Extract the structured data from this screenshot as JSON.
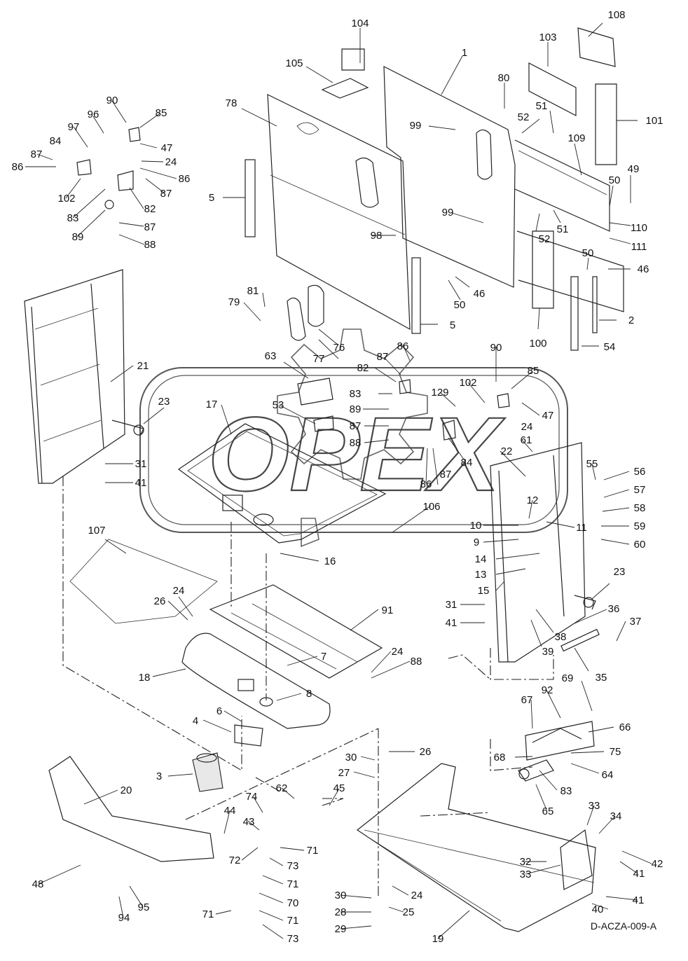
{
  "drawing_code": "D-ACZA-009-A",
  "watermark": "OPEX",
  "parts": [
    {
      "label": "104"
    },
    {
      "label": "108"
    },
    {
      "label": "103"
    },
    {
      "label": "1"
    },
    {
      "label": "105"
    },
    {
      "label": "78"
    },
    {
      "label": "80"
    },
    {
      "label": "51"
    },
    {
      "label": "52"
    },
    {
      "label": "101"
    },
    {
      "label": "99"
    },
    {
      "label": "109"
    },
    {
      "label": "49"
    },
    {
      "label": "50"
    },
    {
      "label": "110"
    },
    {
      "label": "111"
    },
    {
      "label": "5"
    },
    {
      "label": "99"
    },
    {
      "label": "51"
    },
    {
      "label": "52"
    },
    {
      "label": "98"
    },
    {
      "label": "50"
    },
    {
      "label": "46"
    },
    {
      "label": "46"
    },
    {
      "label": "50"
    },
    {
      "label": "2"
    },
    {
      "label": "100"
    },
    {
      "label": "54"
    },
    {
      "label": "5"
    },
    {
      "label": "81"
    },
    {
      "label": "79"
    },
    {
      "label": "76"
    },
    {
      "label": "77"
    },
    {
      "label": "90"
    },
    {
      "label": "85"
    },
    {
      "label": "96"
    },
    {
      "label": "97"
    },
    {
      "label": "84"
    },
    {
      "label": "47"
    },
    {
      "label": "87"
    },
    {
      "label": "86"
    },
    {
      "label": "24"
    },
    {
      "label": "86"
    },
    {
      "label": "102"
    },
    {
      "label": "87"
    },
    {
      "label": "83"
    },
    {
      "label": "82"
    },
    {
      "label": "87"
    },
    {
      "label": "89"
    },
    {
      "label": "88"
    },
    {
      "label": "21"
    },
    {
      "label": "23"
    },
    {
      "label": "31"
    },
    {
      "label": "41"
    },
    {
      "label": "63"
    },
    {
      "label": "87"
    },
    {
      "label": "86"
    },
    {
      "label": "82"
    },
    {
      "label": "90"
    },
    {
      "label": "85"
    },
    {
      "label": "102"
    },
    {
      "label": "83"
    },
    {
      "label": "129"
    },
    {
      "label": "89"
    },
    {
      "label": "47"
    },
    {
      "label": "17"
    },
    {
      "label": "53"
    },
    {
      "label": "87"
    },
    {
      "label": "88"
    },
    {
      "label": "24"
    },
    {
      "label": "61"
    },
    {
      "label": "84"
    },
    {
      "label": "86"
    },
    {
      "label": "87"
    },
    {
      "label": "22"
    },
    {
      "label": "55"
    },
    {
      "label": "56"
    },
    {
      "label": "57"
    },
    {
      "label": "58"
    },
    {
      "label": "59"
    },
    {
      "label": "60"
    },
    {
      "label": "12"
    },
    {
      "label": "106"
    },
    {
      "label": "10"
    },
    {
      "label": "11"
    },
    {
      "label": "9"
    },
    {
      "label": "107"
    },
    {
      "label": "16"
    },
    {
      "label": "14"
    },
    {
      "label": "13"
    },
    {
      "label": "15"
    },
    {
      "label": "23"
    },
    {
      "label": "24"
    },
    {
      "label": "26"
    },
    {
      "label": "31"
    },
    {
      "label": "36"
    },
    {
      "label": "91"
    },
    {
      "label": "41"
    },
    {
      "label": "37"
    },
    {
      "label": "38"
    },
    {
      "label": "39"
    },
    {
      "label": "7"
    },
    {
      "label": "24"
    },
    {
      "label": "88"
    },
    {
      "label": "35"
    },
    {
      "label": "18"
    },
    {
      "label": "8"
    },
    {
      "label": "69"
    },
    {
      "label": "92"
    },
    {
      "label": "67"
    },
    {
      "label": "66"
    },
    {
      "label": "4"
    },
    {
      "label": "6"
    },
    {
      "label": "26"
    },
    {
      "label": "30"
    },
    {
      "label": "68"
    },
    {
      "label": "75"
    },
    {
      "label": "3"
    },
    {
      "label": "27"
    },
    {
      "label": "64"
    },
    {
      "label": "83"
    },
    {
      "label": "62"
    },
    {
      "label": "20"
    },
    {
      "label": "45"
    },
    {
      "label": "74"
    },
    {
      "label": "65"
    },
    {
      "label": "44"
    },
    {
      "label": "43"
    },
    {
      "label": "33"
    },
    {
      "label": "34"
    },
    {
      "label": "71"
    },
    {
      "label": "72"
    },
    {
      "label": "73"
    },
    {
      "label": "32"
    },
    {
      "label": "42"
    },
    {
      "label": "33"
    },
    {
      "label": "41"
    },
    {
      "label": "48"
    },
    {
      "label": "71"
    },
    {
      "label": "24"
    },
    {
      "label": "95"
    },
    {
      "label": "70"
    },
    {
      "label": "25"
    },
    {
      "label": "94"
    },
    {
      "label": "30"
    },
    {
      "label": "41"
    },
    {
      "label": "71"
    },
    {
      "label": "28"
    },
    {
      "label": "40"
    },
    {
      "label": "71"
    },
    {
      "label": "73"
    },
    {
      "label": "29"
    },
    {
      "label": "19"
    }
  ]
}
